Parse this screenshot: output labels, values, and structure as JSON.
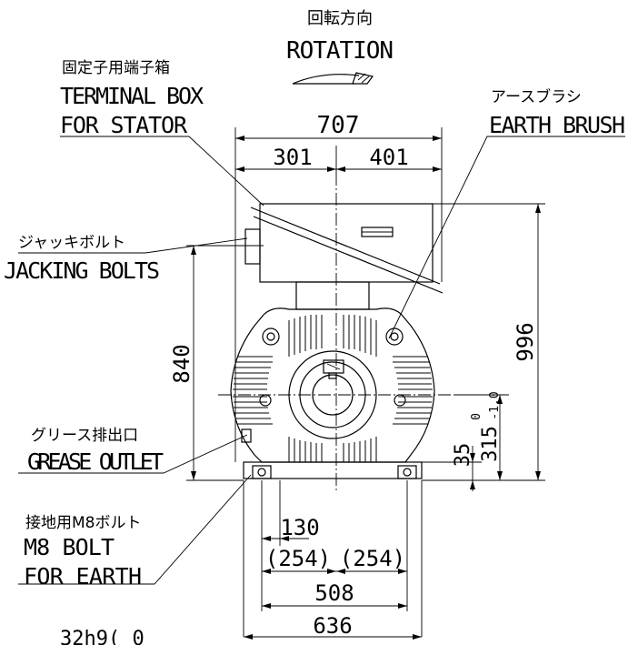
{
  "labels": {
    "rotation_jp": "回転方向",
    "rotation_en": "ROTATION",
    "terminal_box_jp": "固定子用端子箱",
    "terminal_box_en_1": "TERMINAL BOX",
    "terminal_box_en_2": "FOR STATOR",
    "earth_brush_jp": "アースブラシ",
    "earth_brush_en": "EARTH BRUSH",
    "jacking_bolts_jp": "ジャッキボルト",
    "jacking_bolts_en": "JACKING BOLTS",
    "grease_outlet_jp": "グリース排出口",
    "grease_outlet_en": "GREASE OUTLET",
    "earth_bolt_jp": "接地用M8ボルト",
    "earth_bolt_en_1": "M8 BOLT",
    "earth_bolt_en_2": "FOR EARTH",
    "keyway_partial": "32h9( 0"
  },
  "dimensions": {
    "overall_width": "707",
    "left_to_center": "301",
    "center_to_right": "401",
    "height_840": "840",
    "height_996": "996",
    "shaft_height": "315",
    "shaft_tol_upper": "0",
    "shaft_tol_lower": "-1.0",
    "foot_height": "35",
    "foot_width": "130",
    "half_span_left": "(254)",
    "half_span_right": "(254)",
    "foot_span": "508",
    "base_width": "636"
  }
}
